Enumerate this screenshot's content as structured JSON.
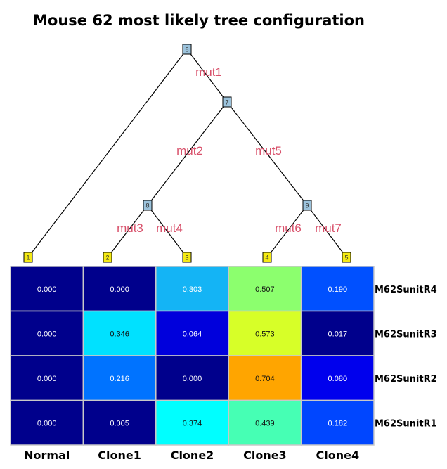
{
  "title": "Mouse 62 most likely tree configuration",
  "colors": {
    "edge": "#000000",
    "internal_node": "#9cc3dc",
    "leaf_node": "#f5ea14",
    "mutation_label": "#d8506a",
    "cell_border": "#c8c8c8"
  },
  "tree": {
    "nodes": [
      {
        "id": "0",
        "label": "6",
        "type": "internal"
      },
      {
        "id": "1",
        "label": "7",
        "type": "internal"
      },
      {
        "id": "2",
        "label": "8",
        "type": "internal"
      },
      {
        "id": "3",
        "label": "9",
        "type": "internal"
      },
      {
        "id": "4",
        "label": "1",
        "type": "leaf"
      },
      {
        "id": "5",
        "label": "2",
        "type": "leaf"
      },
      {
        "id": "6",
        "label": "3",
        "type": "leaf"
      },
      {
        "id": "7",
        "label": "4",
        "type": "leaf"
      },
      {
        "id": "8",
        "label": "5",
        "type": "leaf"
      }
    ],
    "edges": [
      {
        "from": "0",
        "to": "4",
        "mutation": ""
      },
      {
        "from": "0",
        "to": "1",
        "mutation": "mut1"
      },
      {
        "from": "1",
        "to": "2",
        "mutation": "mut2"
      },
      {
        "from": "1",
        "to": "3",
        "mutation": "mut5"
      },
      {
        "from": "2",
        "to": "5",
        "mutation": "mut3"
      },
      {
        "from": "2",
        "to": "6",
        "mutation": "mut4"
      },
      {
        "from": "3",
        "to": "7",
        "mutation": "mut6"
      },
      {
        "from": "3",
        "to": "8",
        "mutation": "mut7"
      }
    ]
  },
  "heatmap": {
    "columns": [
      "Normal",
      "Clone1",
      "Clone2",
      "Clone3",
      "Clone4"
    ],
    "rows": [
      {
        "name": "M62SunitR4",
        "values": [
          "0.000",
          "0.000",
          "0.303",
          "0.507",
          "0.190"
        ],
        "colors": [
          "#00008c",
          "#00008c",
          "#14b4f5",
          "#8cff6e",
          "#0050ff"
        ]
      },
      {
        "name": "M62SunitR3",
        "values": [
          "0.000",
          "0.346",
          "0.064",
          "0.573",
          "0.017"
        ],
        "colors": [
          "#00008c",
          "#00e1ff",
          "#0000dc",
          "#d7ff28",
          "#00008c"
        ]
      },
      {
        "name": "M62SunitR2",
        "values": [
          "0.000",
          "0.216",
          "0.000",
          "0.704",
          "0.080"
        ],
        "colors": [
          "#00008c",
          "#0073ff",
          "#00008c",
          "#ffa500",
          "#0000ed"
        ]
      },
      {
        "name": "M62SunitR1",
        "values": [
          "0.000",
          "0.005",
          "0.374",
          "0.439",
          "0.182"
        ],
        "colors": [
          "#00008c",
          "#00008c",
          "#00ffff",
          "#46ffb4",
          "#0046ff"
        ]
      }
    ]
  }
}
